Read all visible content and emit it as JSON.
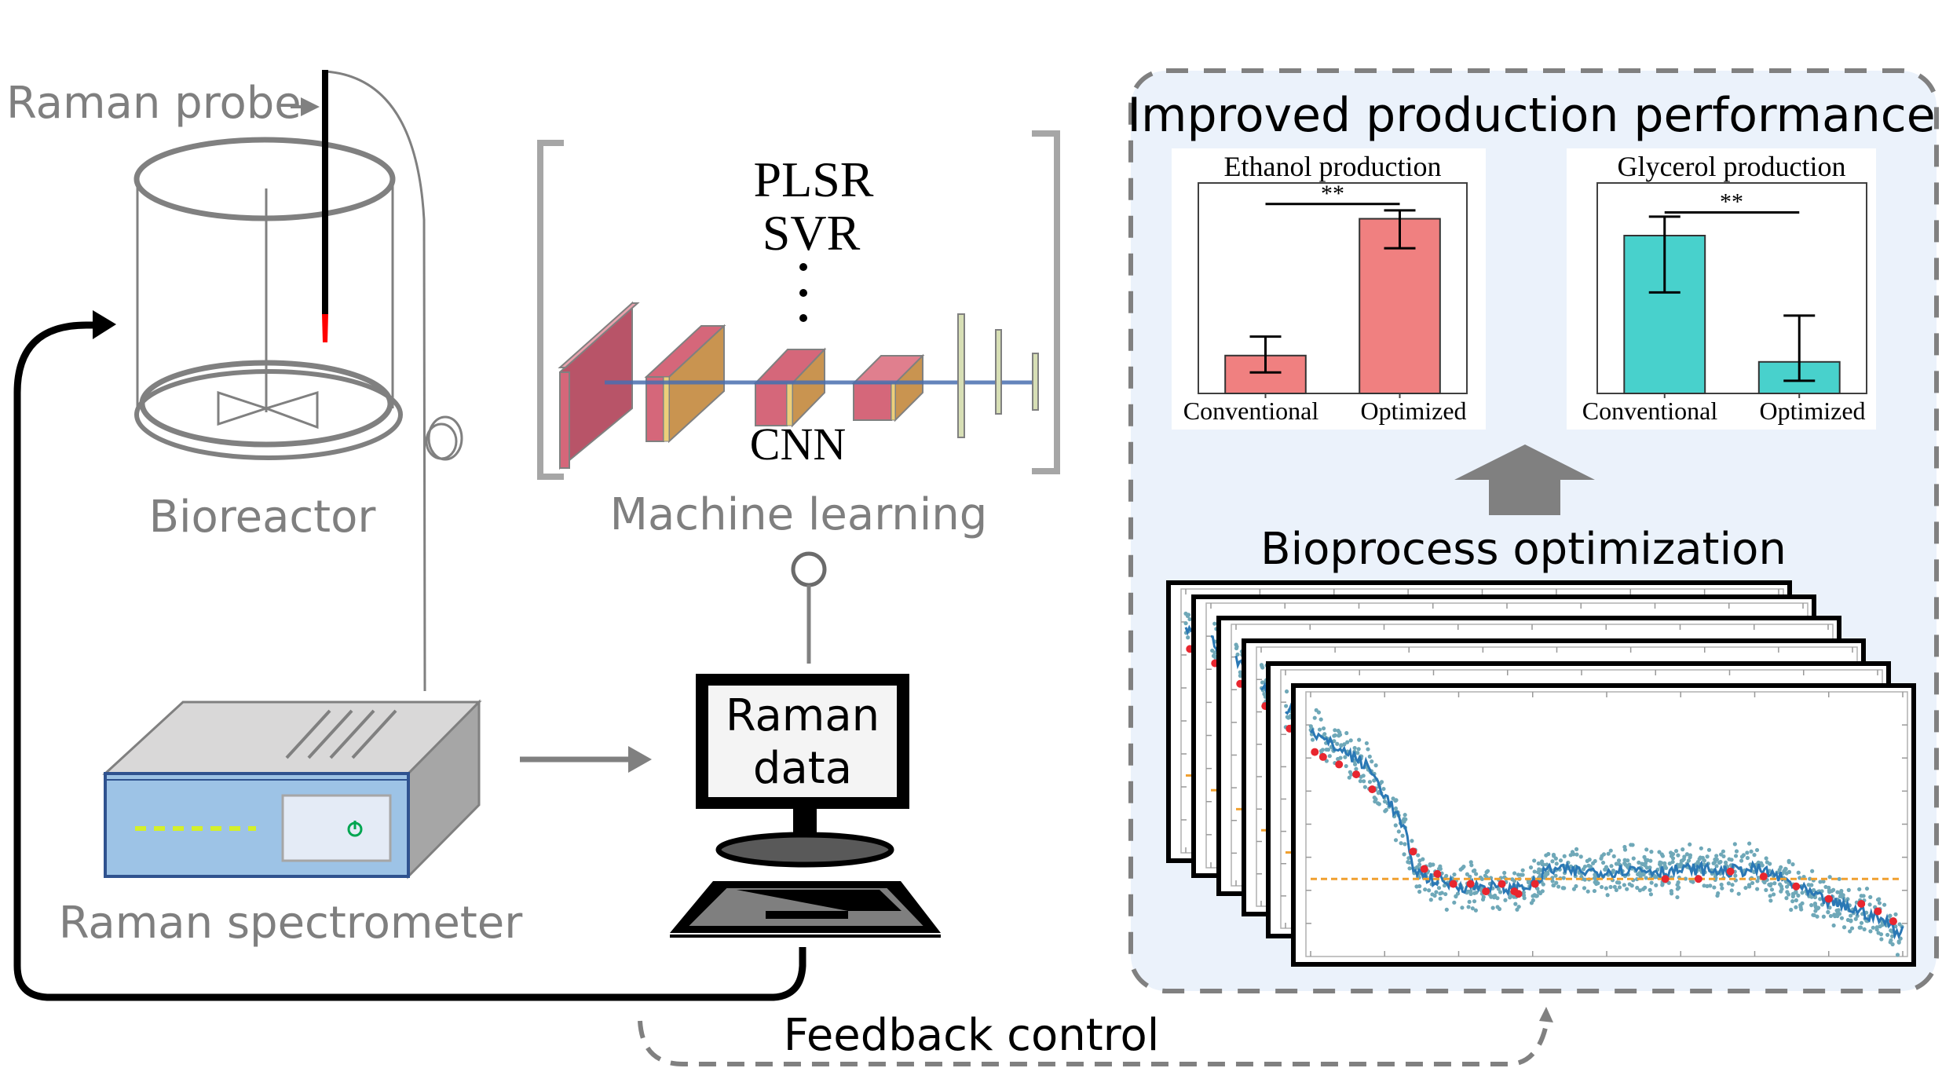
{
  "labels": {
    "raman_probe": "Raman probe",
    "bioreactor": "Bioreactor",
    "raman_spectrometer": "Raman spectrometer",
    "machine_learning": "Machine learning",
    "model_plsr": "PLSR",
    "model_svr": "SVR",
    "model_cnn": "CNN",
    "monitor_line1": "Raman",
    "monitor_line2": "data",
    "feedback_control": "Feedback control",
    "improved_title": "Improved production performance",
    "bioprocess_title": "Bioprocess optimization"
  },
  "icons": {
    "probe": "probe-icon",
    "bioreactor": "bioreactor-icon",
    "spectrometer": "spectrometer-icon",
    "power": "power-icon",
    "computer": "computer-icon",
    "neural_network": "cnn-layers-icon",
    "arrow_up": "arrow-up-icon"
  },
  "colors": {
    "panel_bg": "#ebf2fb",
    "ethanol_bar": "#f08080",
    "glycerol_bar": "#48d1cc",
    "probe_tip": "#ff0000",
    "spectrometer_front": "#9dc3e6",
    "series_scatter": "#6fa8b8",
    "series_line": "#2a78b5",
    "reference_points": "#e8262f",
    "setpoint_line": "#f0a030"
  },
  "chart_data": [
    {
      "type": "bar",
      "title": "Ethanol production",
      "categories": [
        "Conventional",
        "Optimized"
      ],
      "values": [
        0.18,
        0.83
      ],
      "error_low": [
        0.1,
        0.69
      ],
      "error_high": [
        0.27,
        0.87
      ],
      "significance": "**",
      "significance_level": 0.9,
      "ylim": [
        0,
        1
      ],
      "xlabel": "",
      "ylabel": "",
      "grid": false,
      "units": "relative (no axis ticks shown)"
    },
    {
      "type": "bar",
      "title": "Glycerol production",
      "categories": [
        "Conventional",
        "Optimized"
      ],
      "values": [
        0.75,
        0.15
      ],
      "error_low": [
        0.48,
        0.06
      ],
      "error_high": [
        0.84,
        0.37
      ],
      "significance": "**",
      "significance_level": 0.86,
      "ylim": [
        0,
        1
      ],
      "xlabel": "",
      "ylabel": "",
      "grid": false,
      "units": "relative (no axis ticks shown)"
    },
    {
      "type": "scatter",
      "title": "",
      "stack_count": 6,
      "xlim": [
        0,
        1
      ],
      "ylim": [
        0,
        1
      ],
      "x_tick_count": 8,
      "setpoint": 0.28,
      "trend": {
        "x": [
          0.0,
          0.02,
          0.05,
          0.08,
          0.1,
          0.12,
          0.14,
          0.16,
          0.17,
          0.19,
          0.22,
          0.26,
          0.3,
          0.34,
          0.38,
          0.4,
          0.45,
          0.5,
          0.55,
          0.6,
          0.65,
          0.7,
          0.75,
          0.78,
          0.82,
          0.86,
          0.9,
          0.94,
          0.97,
          0.99
        ],
        "y": [
          0.88,
          0.84,
          0.8,
          0.76,
          0.72,
          0.64,
          0.56,
          0.47,
          0.34,
          0.29,
          0.27,
          0.25,
          0.25,
          0.24,
          0.26,
          0.32,
          0.31,
          0.31,
          0.32,
          0.31,
          0.32,
          0.31,
          0.32,
          0.3,
          0.25,
          0.2,
          0.17,
          0.14,
          0.11,
          0.07
        ]
      },
      "reference_points": {
        "x": [
          0.007,
          0.021,
          0.048,
          0.077,
          0.104,
          0.173,
          0.192,
          0.214,
          0.241,
          0.27,
          0.296,
          0.323,
          0.344,
          0.351,
          0.379,
          0.599,
          0.655,
          0.709,
          0.765,
          0.82,
          0.875,
          0.93,
          0.958,
          0.984
        ],
        "y": [
          0.79,
          0.77,
          0.74,
          0.7,
          0.64,
          0.39,
          0.32,
          0.3,
          0.26,
          0.26,
          0.23,
          0.26,
          0.23,
          0.22,
          0.26,
          0.28,
          0.28,
          0.31,
          0.29,
          0.25,
          0.2,
          0.18,
          0.15,
          0.11
        ]
      },
      "scatter_spread": 0.07,
      "legend": "none"
    }
  ]
}
